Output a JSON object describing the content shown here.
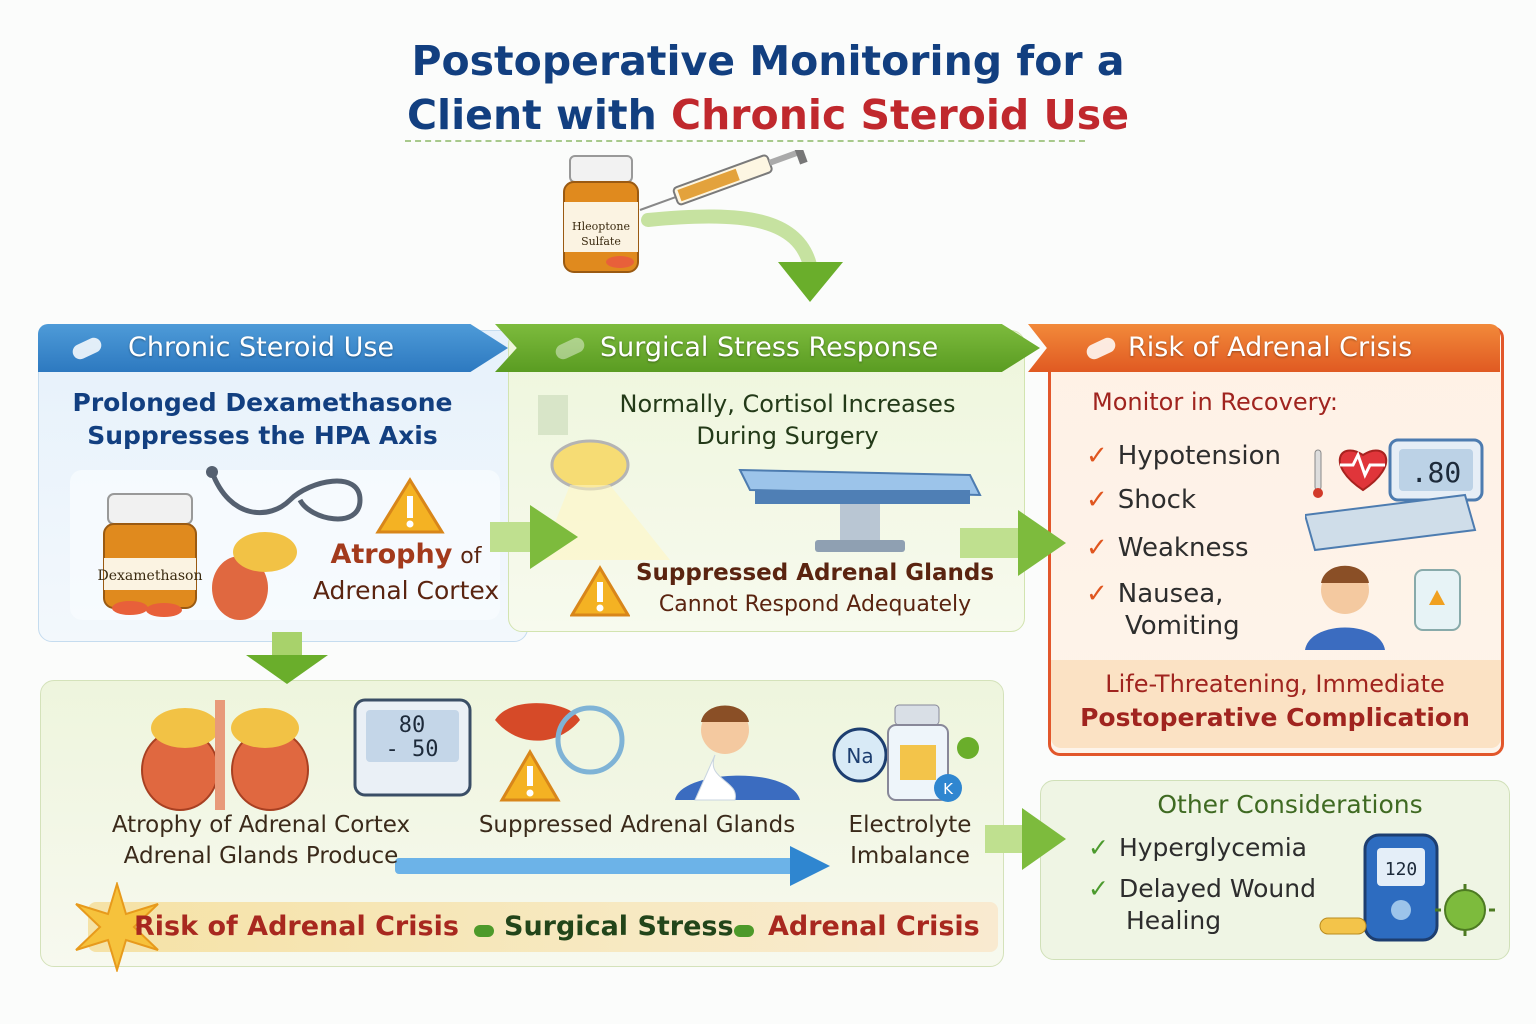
{
  "title": {
    "line1": "Postoperative Monitoring for a",
    "line2_prefix": "Client with ",
    "line2_highlight": "Chronic Steroid Use"
  },
  "medication": {
    "bottle_label_line1": "Hleoptone",
    "bottle_label_line2": "Sulfate",
    "bottle2_label": "Dexamethason"
  },
  "columns": {
    "chronic": {
      "header": "Chronic Steroid Use",
      "subtitle_line1": "Prolonged Dexamethasone",
      "subtitle_line2": "Suppresses the HPA Axis",
      "atrophy_bold": "Atrophy",
      "atrophy_of": "of",
      "atrophy_rest": "Adrenal Cortex"
    },
    "stress": {
      "header": "Surgical Stress Response",
      "subtitle_line1": "Normally, Cortisol Increases",
      "subtitle_line2": "During Surgery",
      "warn_line1": "Suppressed Adrenal Glands",
      "warn_line2": "Cannot Respond Adequately"
    },
    "crisis": {
      "header": "Risk of Adrenal Crisis",
      "monitor_title": "Monitor in Recovery:",
      "items": [
        "Hypotension",
        "Shock",
        "Weakness",
        "Nausea,"
      ],
      "item_cont": "Vomiting",
      "monitor_reading": ".80",
      "footer_line1": "Life-Threatening, Immediate",
      "footer_line2": "Postoperative Complication"
    }
  },
  "bottom": {
    "label_a_line1": "Atrophy of Adrenal Cortex",
    "label_a_line2": "Adrenal Glands Produce",
    "label_b": "Suppressed Adrenal Glands",
    "label_c_line1": "Electrolyte",
    "label_c_line2": "Imbalance",
    "bp_top": "80",
    "bp_bottom": "- 50",
    "sodium": "Na",
    "potassium": "K",
    "chain": [
      "Risk of Adrenal Crisis",
      "Surgical Stress",
      "Adrenal Crisis"
    ]
  },
  "other": {
    "title": "Other Considerations",
    "item1": "Hyperglycemia",
    "item2_line1": "Delayed Wound",
    "item2_line2": "Healing",
    "glucose_reading": "120"
  },
  "colors": {
    "title_blue": "#123f80",
    "title_red": "#c0282d",
    "blue_band": "#2d79c0",
    "green_band": "#5a9c22",
    "orange_band": "#e05a22"
  }
}
